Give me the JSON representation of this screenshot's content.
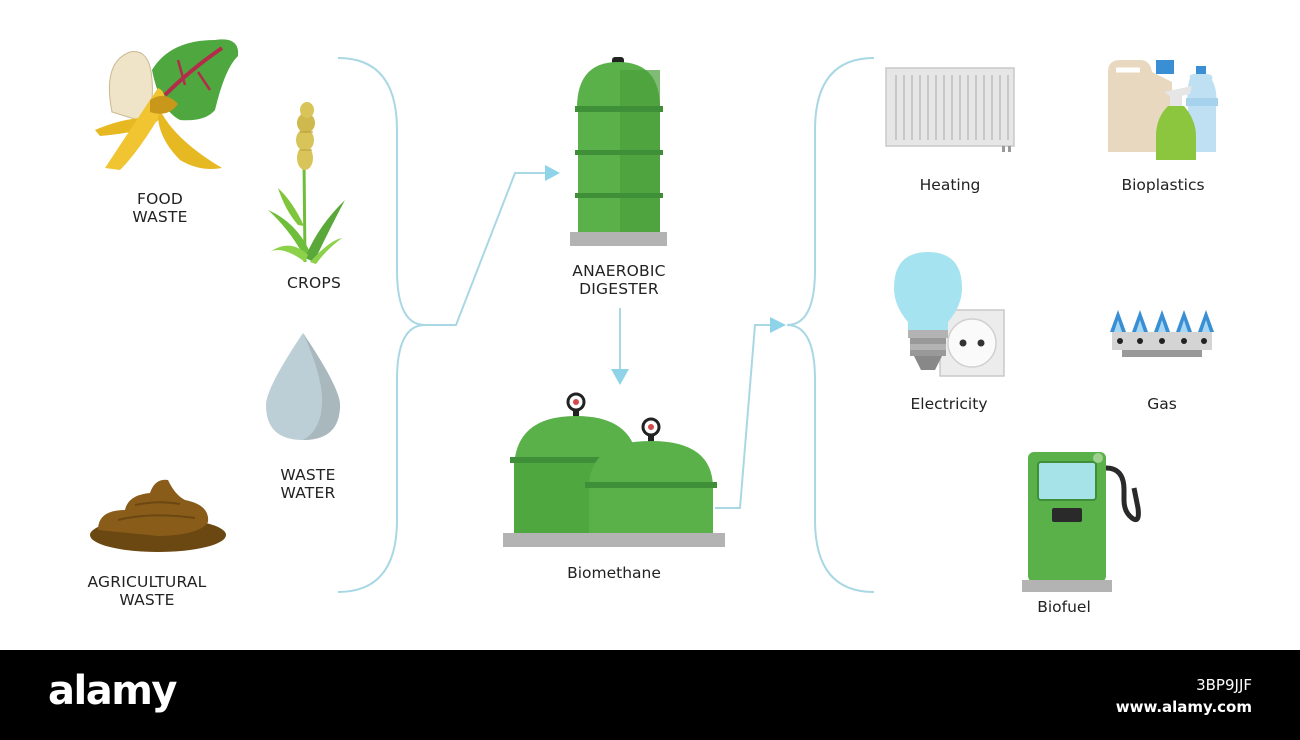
{
  "inputs": {
    "food_waste": "FOOD\nWASTE",
    "crops": "CROPS",
    "waste_water": "WASTE\nWATER",
    "agricultural_waste": "AGRICULTURAL\nWASTE"
  },
  "process": {
    "digester": "ANAEROBIC\nDIGESTER",
    "biomethane": "Biomethane"
  },
  "outputs": {
    "heating": "Heating",
    "bioplastics": "Bioplastics",
    "electricity": "Electricity",
    "gas": "Gas",
    "biofuel": "Biofuel"
  },
  "footer": {
    "brand": "alamy",
    "stock_id": "3BP9JJF",
    "site": "www.alamy.com"
  },
  "colors": {
    "green_light": "#5ab14a",
    "green_dark": "#3f8f38",
    "line": "#a9d8e4",
    "arrow": "#8fd3e8",
    "gray": "#b3b3b3"
  }
}
